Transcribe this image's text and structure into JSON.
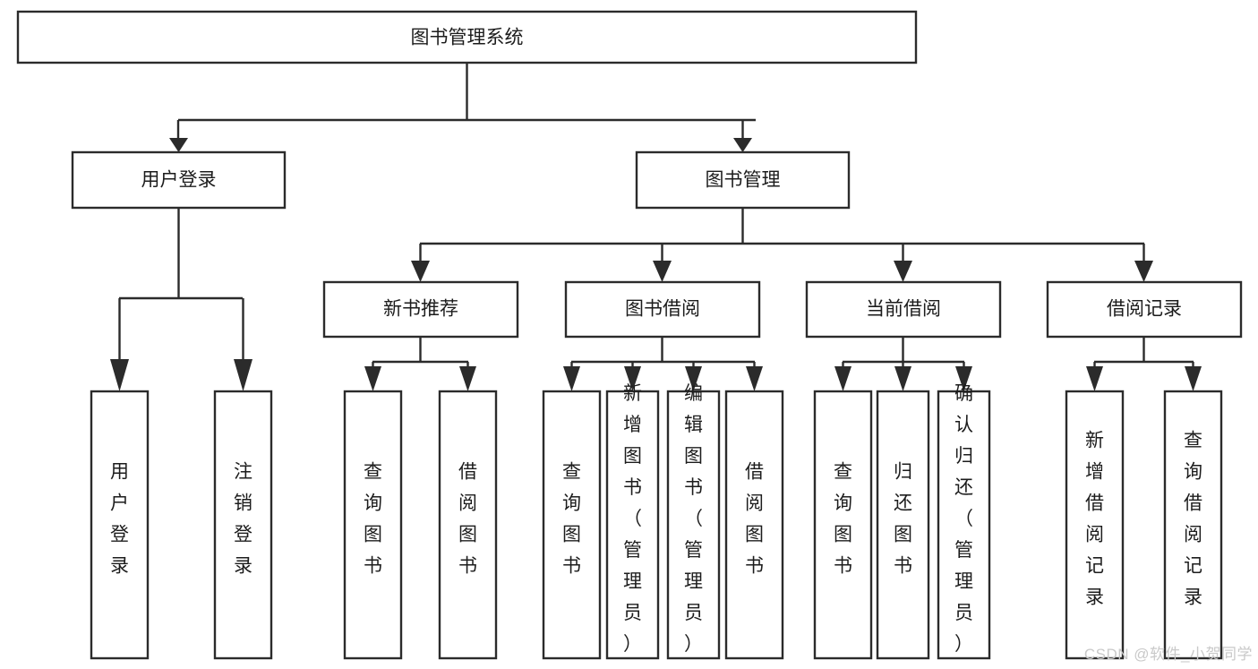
{
  "diagram": {
    "type": "hierarchy-tree",
    "title": "图书管理系统",
    "root": {
      "id": "root",
      "label": "图书管理系统"
    },
    "level2": [
      {
        "id": "user-login",
        "label": "用户登录"
      },
      {
        "id": "book-manage",
        "label": "图书管理"
      }
    ],
    "level3": [
      {
        "id": "new-book-recommend",
        "label": "新书推荐",
        "parent": "book-manage"
      },
      {
        "id": "book-borrow",
        "label": "图书借阅",
        "parent": "book-manage"
      },
      {
        "id": "current-borrow",
        "label": "当前借阅",
        "parent": "book-manage"
      },
      {
        "id": "borrow-record",
        "label": "借阅记录",
        "parent": "book-manage"
      }
    ],
    "leaves": {
      "user-login": [
        {
          "id": "leaf-user-login",
          "label": "用户登录"
        },
        {
          "id": "leaf-user-logout",
          "label": "注销登录"
        }
      ],
      "new-book-recommend": [
        {
          "id": "leaf-query-book-1",
          "label": "查询图书"
        },
        {
          "id": "leaf-borrow-book-1",
          "label": "借阅图书"
        }
      ],
      "book-borrow": [
        {
          "id": "leaf-query-book-2",
          "label": "查询图书"
        },
        {
          "id": "leaf-add-book",
          "label": "新增图书（管理员）"
        },
        {
          "id": "leaf-edit-book",
          "label": "编辑图书（管理员）"
        },
        {
          "id": "leaf-borrow-book-2",
          "label": "借阅图书"
        }
      ],
      "current-borrow": [
        {
          "id": "leaf-query-book-3",
          "label": "查询图书"
        },
        {
          "id": "leaf-return-book",
          "label": "归还图书"
        },
        {
          "id": "leaf-confirm-return",
          "label": "确认归还（管理员）"
        }
      ],
      "borrow-record": [
        {
          "id": "leaf-add-record",
          "label": "新增借阅记录"
        },
        {
          "id": "leaf-query-record",
          "label": "查询借阅记录"
        }
      ]
    }
  },
  "watermark": {
    "text": "CSDN @软件_小贺同学"
  },
  "colors": {
    "stroke": "#2b2b2b",
    "fill": "#ffffff",
    "text": "#1c1c1c",
    "watermark": "#c9c9c9"
  }
}
